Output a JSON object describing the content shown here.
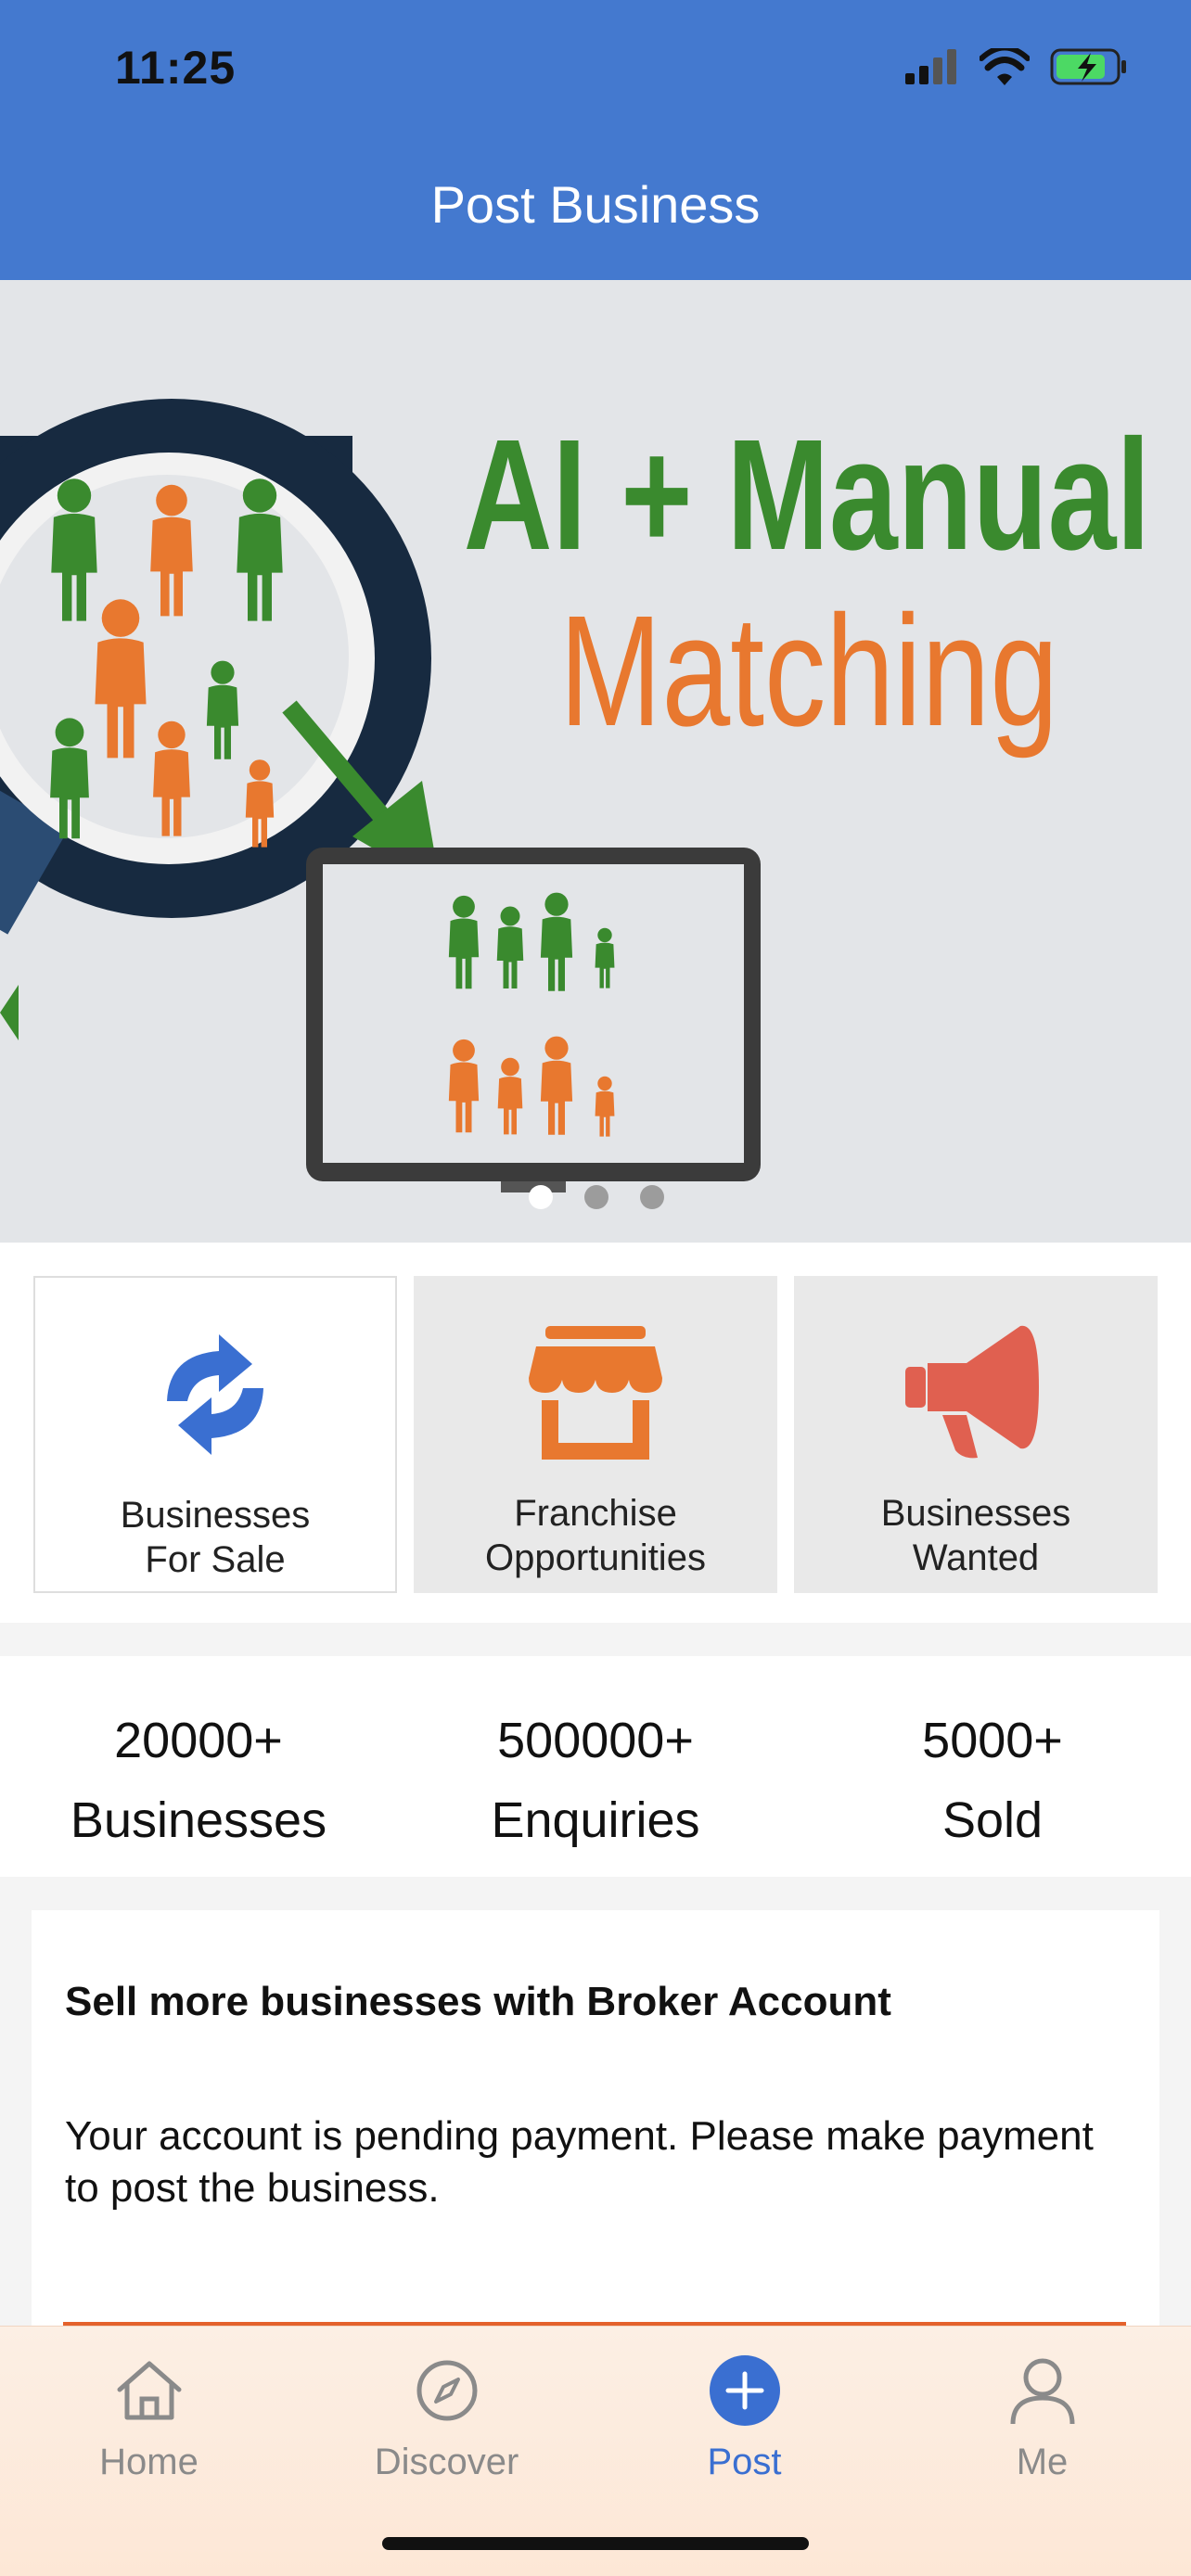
{
  "status_bar": {
    "time": "11:25"
  },
  "header": {
    "title": "Post Business"
  },
  "banner": {
    "headline_line1": "AI + Manual",
    "headline_line2": "Matching",
    "colors": {
      "green": "#3a8a2e",
      "orange": "#e8782f",
      "navy": "#172a40"
    },
    "carousel_active_index": 0,
    "carousel_count": 3
  },
  "categories": [
    {
      "label_line1": "Businesses",
      "label_line2": "For Sale",
      "icon": "refresh-arrows-icon",
      "color": "#3a6fd1",
      "selected": true
    },
    {
      "label_line1": "Franchise",
      "label_line2": "Opportunities",
      "icon": "storefront-icon",
      "color": "#e8782f",
      "selected": false
    },
    {
      "label_line1": "Businesses",
      "label_line2": "Wanted",
      "icon": "megaphone-icon",
      "color": "#e06050",
      "selected": false
    }
  ],
  "stats": [
    {
      "value": "20000+",
      "label": "Businesses"
    },
    {
      "value": "500000+",
      "label": "Enquiries"
    },
    {
      "value": "5000+",
      "label": "Sold"
    }
  ],
  "broker_card": {
    "title": "Sell more businesses with Broker Account",
    "message": "Your account is pending payment. Please make payment to post the business."
  },
  "tabbar": {
    "items": [
      {
        "label": "Home",
        "icon": "home-icon",
        "active": false
      },
      {
        "label": "Discover",
        "icon": "compass-icon",
        "active": false
      },
      {
        "label": "Post",
        "icon": "plus-circle-icon",
        "active": true
      },
      {
        "label": "Me",
        "icon": "person-icon",
        "active": false
      }
    ],
    "active_color": "#3a6fd1",
    "inactive_color": "#8a8a8a"
  }
}
